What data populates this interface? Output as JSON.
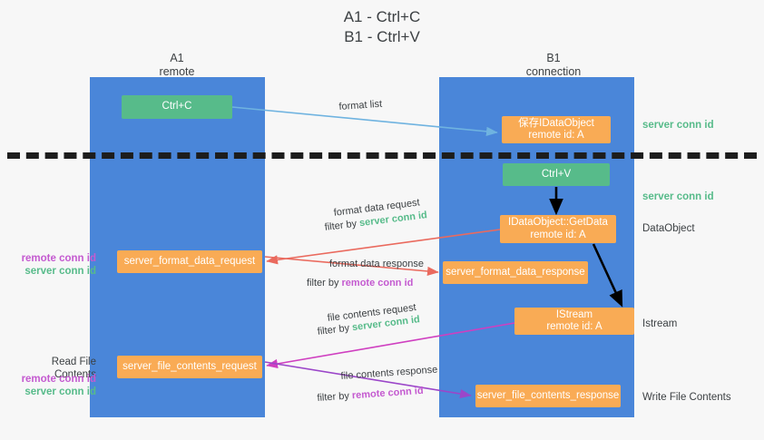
{
  "title": {
    "line1": "A1 - Ctrl+C",
    "line2": "B1 - Ctrl+V"
  },
  "lanes": [
    {
      "name": "A1",
      "sub": "remote",
      "color": "#4a86d9"
    },
    {
      "name": "B1",
      "sub": "connection",
      "color": "#4a86d9"
    }
  ],
  "colors": {
    "lane": "#4a86d9",
    "green_box": "#57bb8a",
    "orange_box": "#f9ab55",
    "green_text": "#57bb8a",
    "purple_text": "#c45ad0",
    "arrow_blue": "#6fb3e0",
    "arrow_red": "#ea6a5e",
    "arrow_magenta": "#cf3fc0",
    "arrow_purple": "#9b46c9",
    "arrow_black": "#000000",
    "background": "#f7f7f7",
    "divider": "#1d1d1d"
  },
  "boxes": {
    "ctrl_c": {
      "label": "Ctrl+C",
      "sub": ""
    },
    "ctrl_v": {
      "label": "Ctrl+V",
      "sub": ""
    },
    "store_idataobject": {
      "label": "保存IDataObject",
      "sub": "remote id: A"
    },
    "getdata": {
      "label": "IDataObject::GetData",
      "sub": "remote id: A"
    },
    "istream": {
      "label": "IStream",
      "sub": "remote id: A"
    },
    "server_format_data_request": {
      "label": "server_format_data_request"
    },
    "server_format_data_response": {
      "label": "server_format_data_response"
    },
    "server_file_contents_request": {
      "label": "server_file_contents_request"
    },
    "server_file_contents_response": {
      "label": "server_file_contents_response"
    }
  },
  "edge_labels": {
    "format_list": "format list",
    "format_data_request": "format data request",
    "format_data_request_filter_prefix": "filter by ",
    "format_data_request_filter_value": "server conn id",
    "format_data_response": "format data response",
    "format_data_response_filter_prefix": "filter by ",
    "format_data_response_filter_value": "remote conn id",
    "file_contents_request": "file contents request",
    "file_contents_request_filter_prefix": "filter by ",
    "file_contents_request_filter_value": "server conn id",
    "file_contents_response": "file contents response",
    "file_contents_response_filter_prefix": "filter by ",
    "file_contents_response_filter_value": "remote conn id"
  },
  "annotations": {
    "right": {
      "server_conn_id_top": "server conn id",
      "server_conn_id_mid": "server conn id",
      "dataobject": "DataObject",
      "istream": "Istream",
      "write_file_contents": "Write File Contents"
    },
    "left": {
      "remote_conn_id_1": "remote conn id",
      "server_conn_id_1": "server conn id",
      "read_file_contents": "Read File Contents",
      "remote_conn_id_2": "remote conn id",
      "server_conn_id_2": "server conn id"
    }
  }
}
